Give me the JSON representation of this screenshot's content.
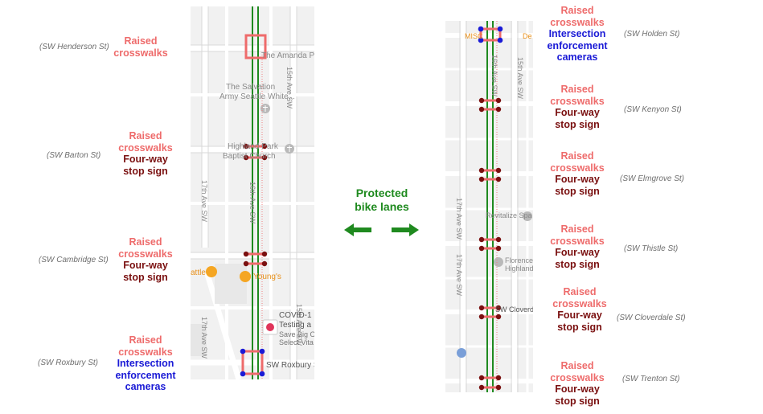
{
  "center": {
    "line1": "Protected",
    "line2": "bike lanes"
  },
  "colors": {
    "bike_lane": "#1f8a1f",
    "raised": "#ee6b6b",
    "stop": "#7a1010",
    "camera": "#1a1ad6"
  },
  "left_map": {
    "texts": {
      "amanda": "The Amanda P",
      "salvation1": "The Salvation",
      "salvation2": "Army Seattle White...",
      "ave15": "15th Ave SW",
      "ave16": "16th Ave SW",
      "ave17a": "17th Ave SW",
      "ave17b": "17th Ave SW",
      "highland1": "Highland Park",
      "highland2": "Baptist Church",
      "youngs": "Young's",
      "attle": "attle",
      "covid1": "COVID-1",
      "covid2": "Testing a",
      "covid3": "Save Big O",
      "covid4": "Select Vita",
      "roxbury": "SW Roxbury St"
    },
    "rows": [
      {
        "street": "(SW Henderson St)",
        "labels": [
          {
            "t": "Raised",
            "k": "rc"
          },
          {
            "t": "crosswalks",
            "k": "rc"
          }
        ]
      },
      {
        "street": "(SW Barton St)",
        "labels": [
          {
            "t": "Raised",
            "k": "rc"
          },
          {
            "t": "crosswalks",
            "k": "rc"
          },
          {
            "t": "Four-way",
            "k": "st"
          },
          {
            "t": "stop sign",
            "k": "st"
          }
        ]
      },
      {
        "street": "(SW Cambridge St)",
        "labels": [
          {
            "t": "Raised",
            "k": "rc"
          },
          {
            "t": "crosswalks",
            "k": "rc"
          },
          {
            "t": "Four-way",
            "k": "st"
          },
          {
            "t": "stop sign",
            "k": "st"
          }
        ]
      },
      {
        "street": "(SW Roxbury St)",
        "labels": [
          {
            "t": "Raised",
            "k": "rc"
          },
          {
            "t": "crosswalks",
            "k": "rc"
          },
          {
            "t": "Intersection",
            "k": "ec"
          },
          {
            "t": "enforcement",
            "k": "ec"
          },
          {
            "t": "cameras",
            "k": "ec"
          }
        ]
      }
    ]
  },
  "right_map": {
    "texts": {
      "misc": "MISC",
      "de": "De",
      "ave16": "16th Ave SW",
      "ave15": "15th Ave SW",
      "ave17a": "17th Ave SW",
      "ave17b": "17th Ave SW",
      "revitalize": "Revitalize Spa",
      "florence1": "Florence",
      "florence2": "Highland",
      "cloverdale": "SW Cloverdal"
    },
    "rows": [
      {
        "street": "(SW Holden St)",
        "labels": [
          {
            "t": "Raised",
            "k": "rc"
          },
          {
            "t": "crosswalks",
            "k": "rc"
          },
          {
            "t": "Intersection",
            "k": "ec"
          },
          {
            "t": "enforcement",
            "k": "ec"
          },
          {
            "t": "cameras",
            "k": "ec"
          }
        ]
      },
      {
        "street": "(SW Kenyon St)",
        "labels": [
          {
            "t": "Raised",
            "k": "rc"
          },
          {
            "t": "crosswalks",
            "k": "rc"
          },
          {
            "t": "Four-way",
            "k": "st"
          },
          {
            "t": "stop sign",
            "k": "st"
          }
        ]
      },
      {
        "street": "(SW Elmgrove St)",
        "labels": [
          {
            "t": "Raised",
            "k": "rc"
          },
          {
            "t": "crosswalks",
            "k": "rc"
          },
          {
            "t": "Four-way",
            "k": "st"
          },
          {
            "t": "stop sign",
            "k": "st"
          }
        ]
      },
      {
        "street": "(SW Thistle St)",
        "labels": [
          {
            "t": "Raised",
            "k": "rc"
          },
          {
            "t": "crosswalks",
            "k": "rc"
          },
          {
            "t": "Four-way",
            "k": "st"
          },
          {
            "t": "stop sign",
            "k": "st"
          }
        ]
      },
      {
        "street": "(SW Cloverdale St)",
        "labels": [
          {
            "t": "Raised",
            "k": "rc"
          },
          {
            "t": "crosswalks",
            "k": "rc"
          },
          {
            "t": "Four-way",
            "k": "st"
          },
          {
            "t": "stop sign",
            "k": "st"
          }
        ]
      },
      {
        "street": "(SW Trenton St)",
        "labels": [
          {
            "t": "Raised",
            "k": "rc"
          },
          {
            "t": "crosswalks",
            "k": "rc"
          },
          {
            "t": "Four-way",
            "k": "st"
          },
          {
            "t": "stop sign",
            "k": "st"
          }
        ]
      }
    ]
  }
}
